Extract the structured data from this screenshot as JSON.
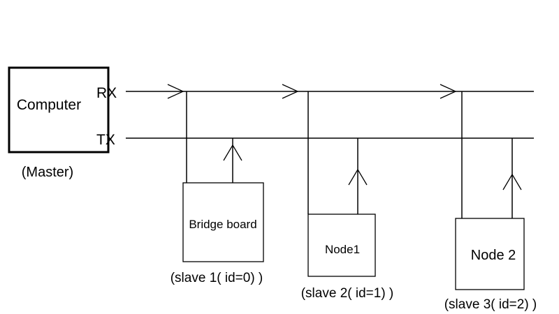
{
  "master": {
    "box_label": "Computer",
    "role_label": "(Master)"
  },
  "bus": {
    "rx_label": "RX",
    "tx_label": "TX"
  },
  "slaves": [
    {
      "box_label": "Bridge board",
      "caption": "(slave 1( id=0) )"
    },
    {
      "box_label": "Node1",
      "caption": "(slave 2( id=1) )"
    },
    {
      "box_label": "Node 2",
      "caption": "(slave 3( id=2) )"
    }
  ],
  "colors": {
    "line": "#000000",
    "background": "#ffffff"
  }
}
